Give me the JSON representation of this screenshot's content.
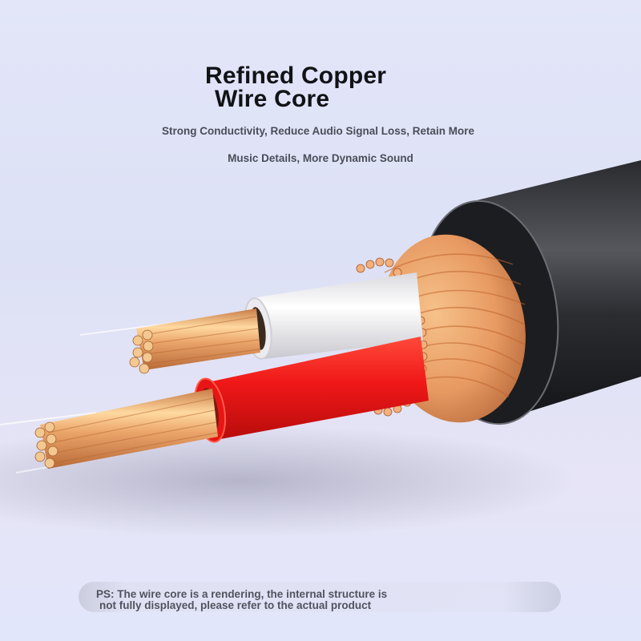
{
  "headline": {
    "line1": "Refined Copper",
    "line2": "Wire Core"
  },
  "subheadline": {
    "line1": "Strong Conductivity, Reduce Audio Signal Loss, Retain More",
    "line2": "Music Details, More Dynamic Sound"
  },
  "illustration": {
    "subject": "cable-cross-section",
    "parts": [
      "black-outer-jacket",
      "braided-copper-shield",
      "white-insulated-core",
      "red-insulated-core",
      "stranded-copper-conductor"
    ],
    "colors": {
      "background": "#e0e4f7",
      "jacket": "#1e1f22",
      "copper": "#e8a36a",
      "copper_highlight": "#ffd9a0",
      "red_insulation": "#f01818",
      "white_insulation": "#f4f4f6"
    }
  },
  "disclaimer": {
    "line1": "PS: The wire core is a rendering, the internal structure is",
    "line2": "not fully displayed, please refer to the actual product"
  }
}
